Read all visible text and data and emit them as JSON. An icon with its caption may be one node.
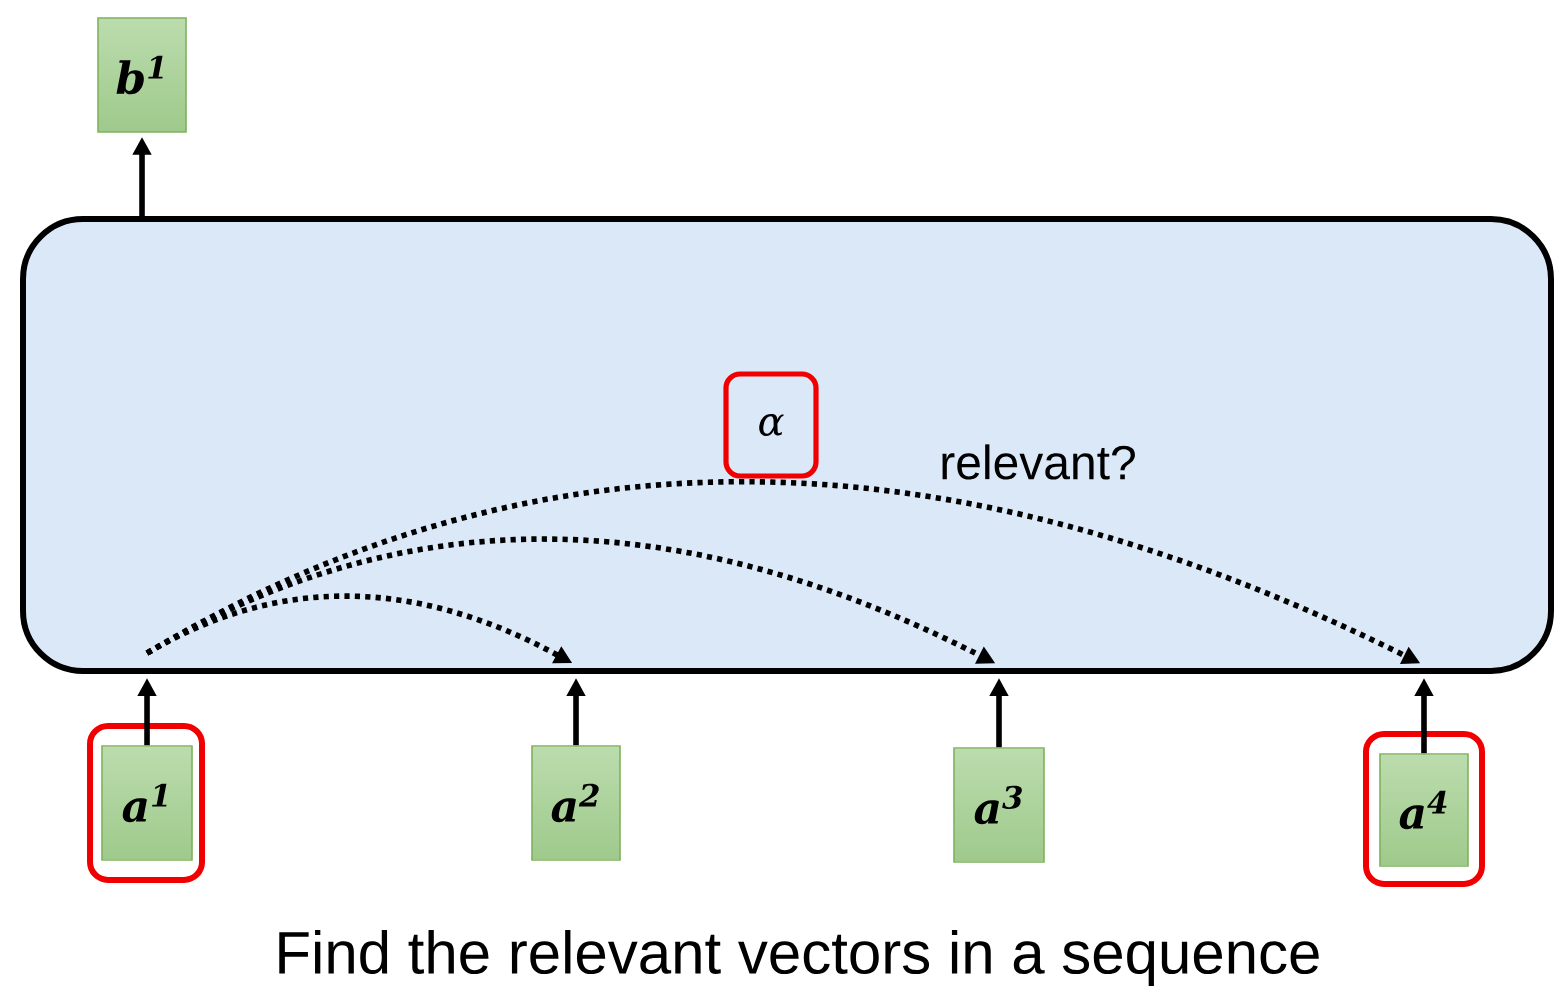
{
  "diagram": {
    "caption": "Find the relevant vectors in a sequence",
    "nodes": [
      {
        "text": [
          "b$^{1}$"
        ]
      },
      {
        "text": [],
        "shape": "box"
      },
      {
        "text": [
          "α"
        ],
        "in": 1
      },
      {
        "text": [],
        "shape": "box"
      },
      {
        "text": [
          "a$^{1}$"
        ],
        "in": 3
      },
      {
        "text": [
          "a$^{2}$"
        ]
      },
      {
        "text": [
          "a$^{3}$"
        ]
      },
      {
        "text": [],
        "shape": "box"
      },
      {
        "text": [
          "a$^{4}$"
        ],
        "in": 7
      }
    ],
    "edges": [
      {
        "from": 1,
        "to": 0,
        "arrow": "to"
      },
      {
        "from": 4,
        "to": 1,
        "arrow": "to"
      },
      {
        "from": 5,
        "to": 1,
        "arrow": "to"
      },
      {
        "from": 6,
        "to": 1,
        "arrow": "to"
      },
      {
        "from": 8,
        "to": 1,
        "arrow": "to"
      },
      {
        "from": 4,
        "to": 5,
        "arrow": "to",
        "style": "dashed"
      },
      {
        "from": 4,
        "to": 6,
        "arrow": "to",
        "style": "dashed"
      },
      {
        "from": 4,
        "to": 8,
        "arrow": "to",
        "style": "dashed"
      }
    ],
    "labels": [
      "relevant?"
    ]
  }
}
